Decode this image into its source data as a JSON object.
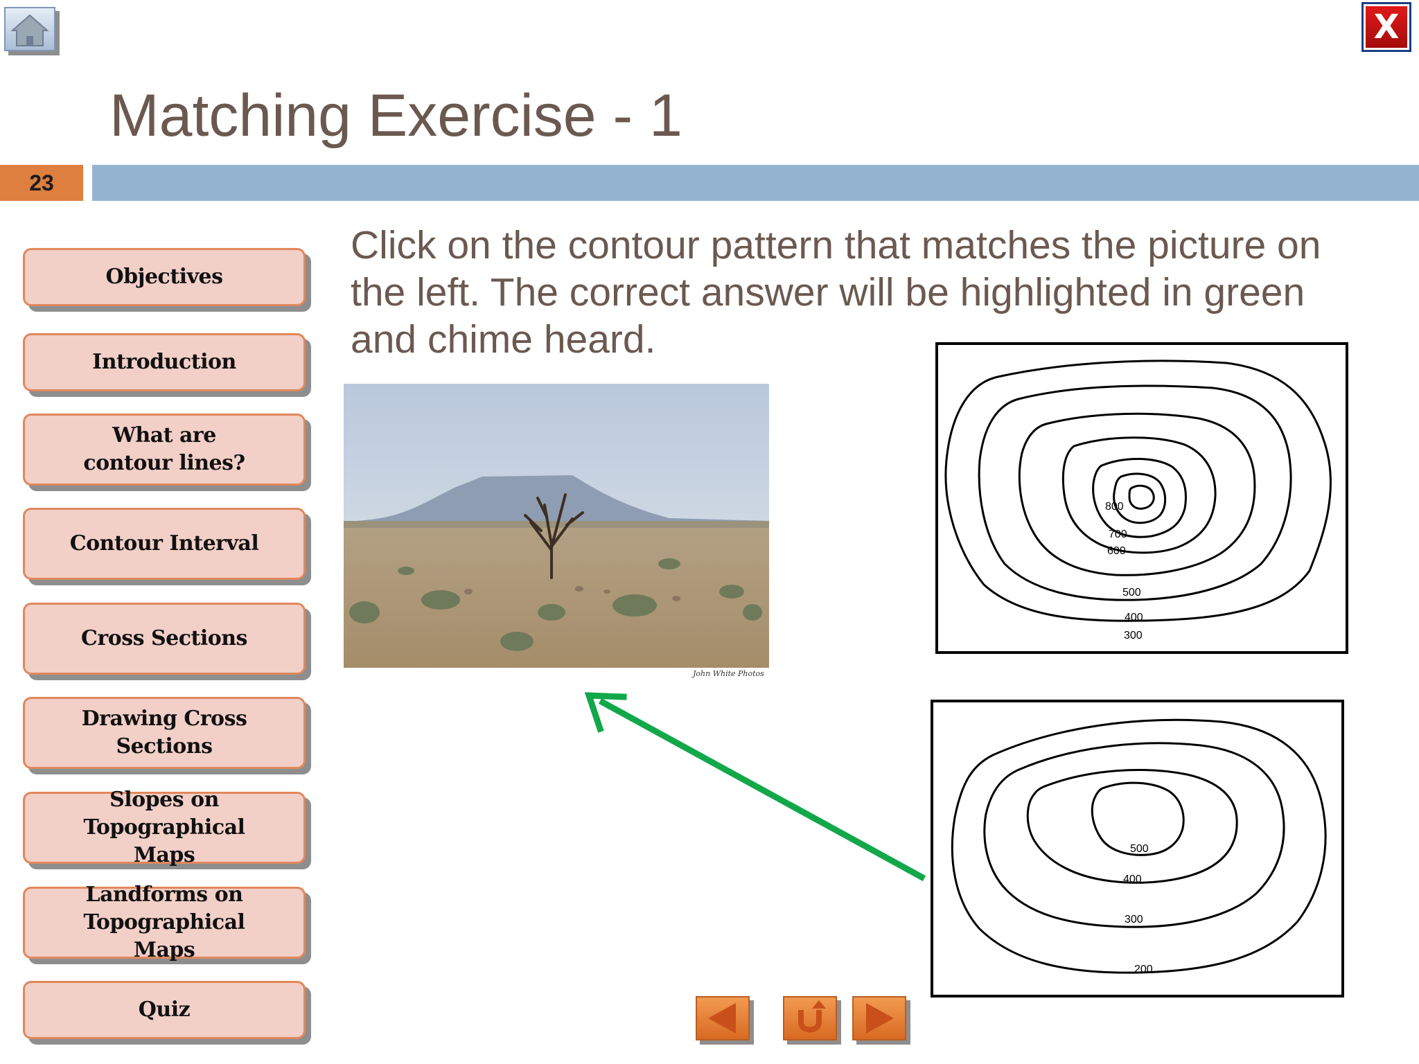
{
  "title": "Matching Exercise - 1",
  "slide_number": "23",
  "close_label": "X",
  "nav": {
    "items": [
      {
        "label": "Objectives"
      },
      {
        "label": "Introduction"
      },
      {
        "label": "What are contour lines?"
      },
      {
        "label": "Contour Interval"
      },
      {
        "label": "Cross Sections"
      },
      {
        "label": "Drawing Cross Sections"
      },
      {
        "label": "Slopes on Topographical Maps"
      },
      {
        "label": "Landforms on Topographical Maps"
      },
      {
        "label": "Quiz"
      }
    ]
  },
  "instructions": "Click on the contour pattern that matches the picture on the left. The correct answer will be highlighted in green and  chime heard.",
  "photo": {
    "credit": "John White Photos"
  },
  "map_a": {
    "labels": [
      "800",
      "700",
      "600",
      "500",
      "400",
      "300"
    ]
  },
  "map_b": {
    "labels": [
      "500",
      "400",
      "300",
      "200"
    ]
  },
  "colors": {
    "title": "#6b5950",
    "accent_bar": "#95b4d1",
    "slide_number_bg": "#de7f3f",
    "nav_button_bg": "#f2cfc7",
    "nav_button_border": "#e0885c",
    "arrow": "#12a84a",
    "close_button": "#d01414"
  },
  "bottom_nav": {
    "icons": [
      "back-arrow-icon",
      "return-icon",
      "forward-arrow-icon"
    ]
  }
}
